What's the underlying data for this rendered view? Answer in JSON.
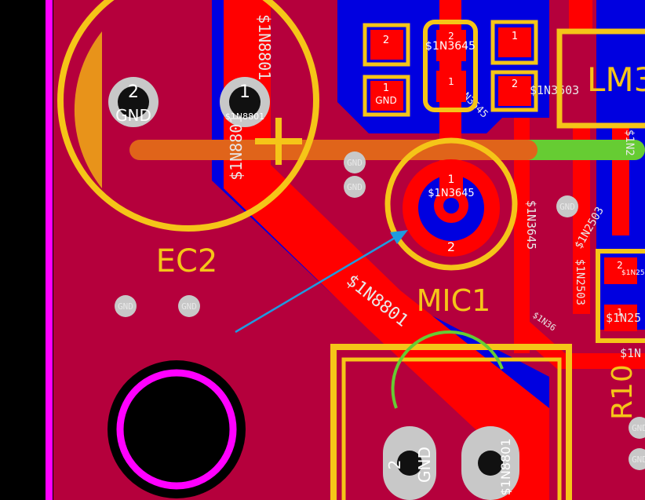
{
  "components": {
    "ec2": {
      "designator": "EC2",
      "pin1": "1",
      "pin2": "2",
      "pin2_net": "GND",
      "pin1_net": "$1N8801",
      "polarity": "+"
    },
    "mic1": {
      "designator": "MIC1",
      "pin1": "1",
      "pin2": "2",
      "pin1_net": "$1N3645"
    },
    "r10": {
      "designator": "R10"
    },
    "lm3": {
      "designator": "LM3"
    },
    "sot_top": {
      "pin1": "1",
      "pin2": "2",
      "net": "$1N3645"
    },
    "pad_left_top": {
      "pin": "2"
    },
    "pad_left_bottom": {
      "pin": "1",
      "net": "GND"
    },
    "pad_right_top": {
      "pin": "1"
    },
    "pad_right_bottom": {
      "pin": "2",
      "net": "$1N3603"
    },
    "r_right": {
      "pin2": "2",
      "pin1": "1",
      "net2": "$1N25",
      "net1": "$1N25"
    },
    "connector_bottom": {
      "pin2": "2",
      "pin2_net": "GND",
      "pin1_net": "$1N8801"
    }
  },
  "nets": {
    "gnd": "GND",
    "n8801": "$1N8801",
    "n3645": "$1N3645",
    "n2503": "$1N2503",
    "n1n": "$1N",
    "n1n2": "$1N2",
    "n36": "$1N36"
  },
  "colors": {
    "board": "#000000",
    "copper_top": "#ff0000",
    "copper_pour": "#b5003c",
    "copper_bottom": "#0000e0",
    "silkscreen": "#f5c518",
    "outline": "#ff00ff",
    "pad": "#c8c8c8",
    "highlight_net": "#66cc33",
    "arrow": "#1e9be0"
  }
}
